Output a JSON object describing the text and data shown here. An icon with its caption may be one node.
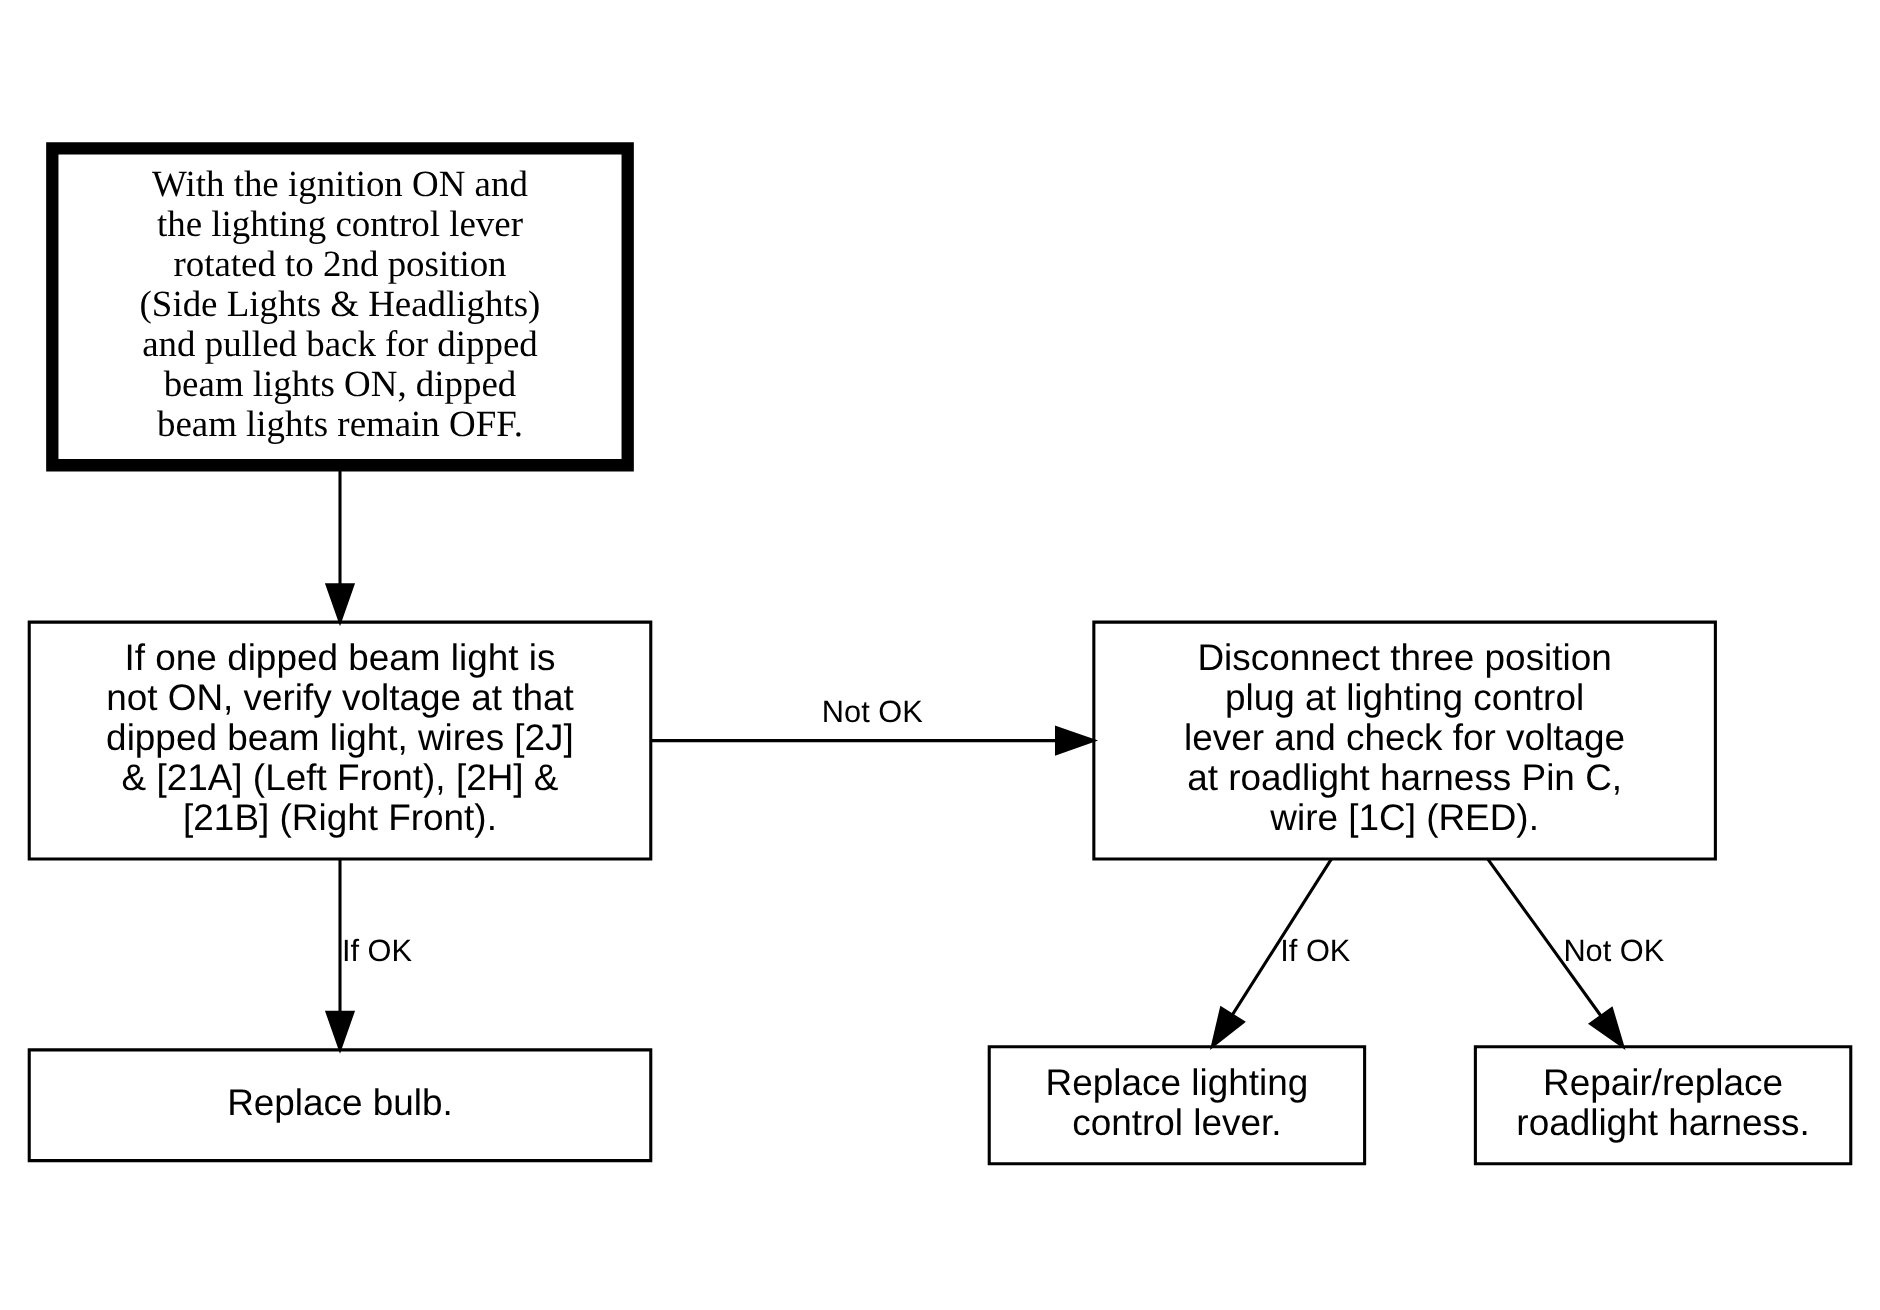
{
  "diagram": {
    "nodes": [
      {
        "text": [
          "With the ignition ON and the lighting control lever rotated to 2nd position (Side Lights & Headlights) and pulled back for dipped beam lights ON, dipped beam lights remain OFF."
        ]
      },
      {
        "text": [
          "If one dipped beam light is not ON, verify voltage at that dipped beam light, wires [2J] & [21A] (Left Front), [2H] & [21B] (Right Front)."
        ]
      },
      {
        "text": [
          "Disconnect three position plug at lighting control lever and check for voltage at roadlight harness Pin C, wire [1C] (RED)."
        ]
      },
      {
        "text": [
          "Replace bulb."
        ]
      },
      {
        "text": [
          "Replace lighting control lever."
        ]
      },
      {
        "text": [
          "Repair/replace roadlight harness."
        ]
      }
    ],
    "edges": [
      {
        "from": 0,
        "to": 1,
        "arrow": "to"
      },
      {
        "from": 1,
        "to": 2,
        "arrow": "to",
        "label": "Not OK"
      },
      {
        "from": 1,
        "to": 3,
        "arrow": "to",
        "label": "If OK"
      },
      {
        "from": 2,
        "to": 4,
        "arrow": "to",
        "label": "If OK"
      },
      {
        "from": 2,
        "to": 5,
        "arrow": "to",
        "label": "Not OK"
      }
    ]
  }
}
